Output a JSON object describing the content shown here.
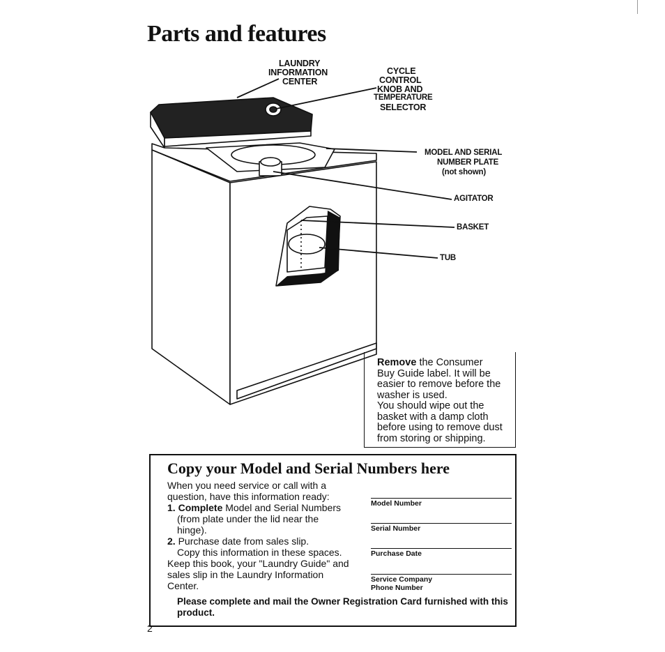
{
  "page": {
    "title": "Parts and features",
    "page_number": "2"
  },
  "labels": {
    "laundry_info_1": "LAUNDRY",
    "laundry_info_2": "INFORMATION",
    "laundry_info_3": "CENTER",
    "cycle_1": "CYCLE",
    "cycle_2": "CONTROL",
    "cycle_3": "KNOB AND",
    "cycle_4": "TEMPERATURE",
    "cycle_5": "SELECTOR",
    "plate_1": "MODEL AND SERIAL",
    "plate_2": "NUMBER PLATE",
    "plate_3": "(not shown)",
    "agitator": "AGITATOR",
    "basket": "BASKET",
    "tub": "TUB"
  },
  "remove_note": {
    "bold": "Remove",
    "line1_rest": " the Consumer",
    "line2": "Buy Guide label. It will be",
    "line3": "easier to remove before the",
    "line4": "washer is used.",
    "line5": "You should wipe out the",
    "line6": "basket with a damp cloth",
    "line7": "before using to remove dust",
    "line8": "from storing or shipping."
  },
  "copy_section": {
    "title": "Copy your Model and Serial Numbers here",
    "intro_1": "When you need service or call with a",
    "intro_2": "question, have this information ready:",
    "step1_num": "1.",
    "step1_bold": "Complete",
    "step1_rest": " Model and Serial Numbers",
    "step1_line2": "(from plate under the lid near the",
    "step1_line3": "hinge).",
    "step2_num": "2.",
    "step2_text": "Purchase date from sales slip.",
    "copy_1": "Copy this information in these spaces.",
    "copy_2": "Keep this book, your \"Laundry Guide\" and",
    "copy_3": "sales slip in the Laundry Information",
    "copy_4": "Center.",
    "fields": {
      "model": "Model Number",
      "serial": "Serial Number",
      "purchase": "Purchase Date",
      "service_1": "Service Company",
      "service_2": "Phone Number"
    },
    "final_note": "Please complete and mail the Owner Registration Card furnished with this product."
  }
}
